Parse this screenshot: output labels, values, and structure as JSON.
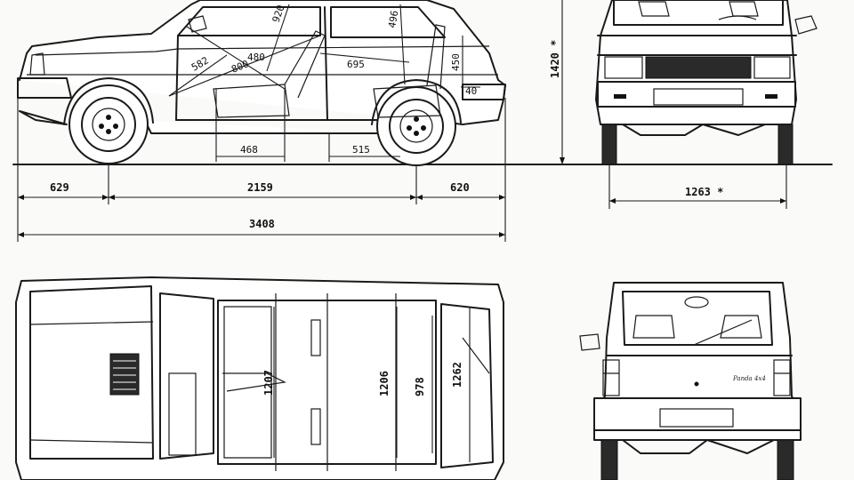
{
  "dimensions": {
    "front_overhang": "629",
    "wheelbase": "2159",
    "rear_overhang": "620",
    "overall_length": "3408",
    "height": "1420 *",
    "track_width": "1263 *",
    "seat_468": "468",
    "seat_515": "515",
    "interior_582": "582",
    "interior_800": "800",
    "interior_480": "480",
    "interior_695": "695",
    "interior_450": "450",
    "interior_40": "40",
    "interior_920": "920",
    "interior_496": "496",
    "width_1207": "1207",
    "width_1206": "1206",
    "width_978": "978",
    "width_1262": "1262"
  },
  "badge_text": "Panda 4x4"
}
